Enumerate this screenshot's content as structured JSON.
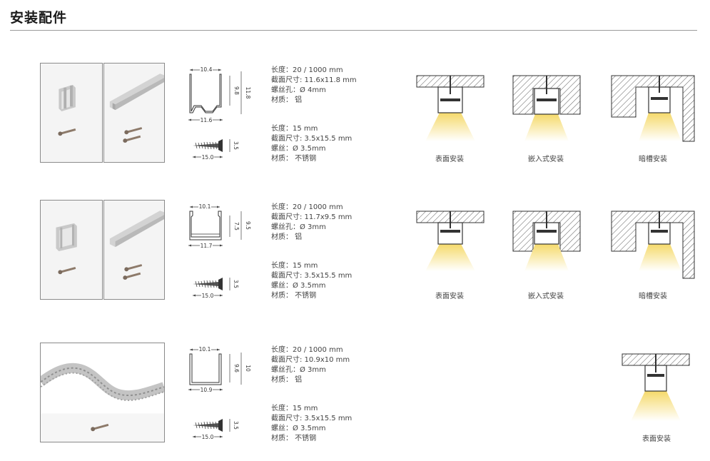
{
  "title": "安装配件",
  "rows": [
    {
      "profile": {
        "top": "10.4",
        "bottom": "11.6",
        "inner_h": "9.8",
        "outer_h": "11.8"
      },
      "screw": {
        "len": "15.0",
        "head": "3.5"
      },
      "profile_spec": [
        "长度：20 / 1000 mm",
        "截面尺寸: 11.6x11.8 mm",
        "螺丝孔：Ø 4mm",
        "材质：  铝"
      ],
      "screw_spec": [
        "长度：15 mm",
        "截面尺寸: 3.5x15.5 mm",
        "螺丝：Ø 3.5mm",
        "材质：  不锈钢"
      ],
      "installs": [
        "表面安装",
        "嵌入式安装",
        "暗槽安装"
      ]
    },
    {
      "profile": {
        "top": "10.1",
        "bottom": "11.7",
        "inner_h": "7.5",
        "outer_h": "9.5"
      },
      "screw": {
        "len": "15.0",
        "head": "3.5"
      },
      "profile_spec": [
        "长度：20 / 1000 mm",
        "截面尺寸: 11.7x9.5 mm",
        "螺丝孔：Ø 3mm",
        "材质：  铝"
      ],
      "screw_spec": [
        "长度：15 mm",
        "截面尺寸: 3.5x15.5 mm",
        "螺丝：Ø 3.5mm",
        "材质：  不锈钢"
      ],
      "installs": [
        "表面安装",
        "嵌入式安装",
        "暗槽安装"
      ]
    },
    {
      "profile": {
        "top": "10.1",
        "bottom": "10.9",
        "inner_h": "9.6",
        "outer_h": "10"
      },
      "screw": {
        "len": "15.0",
        "head": "3.5"
      },
      "profile_spec": [
        "长度：20 / 1000 mm",
        "截面尺寸: 10.9x10 mm",
        "螺丝孔：Ø 3mm",
        "材质：  铝"
      ],
      "screw_spec": [
        "长度：15 mm",
        "截面尺寸: 3.5x15.5 mm",
        "螺丝：Ø 3.5mm",
        "材质：  不锈钢"
      ],
      "installs": [
        "表面安装"
      ]
    }
  ]
}
